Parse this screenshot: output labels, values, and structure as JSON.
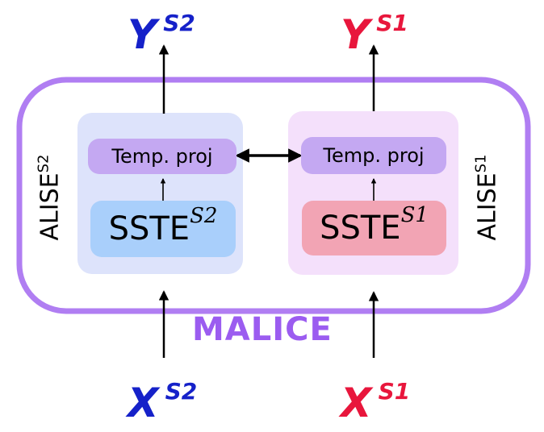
{
  "outputs": {
    "left": {
      "base": "Y",
      "sup": "S2"
    },
    "right": {
      "base": "Y",
      "sup": "S1"
    }
  },
  "inputs": {
    "left": {
      "base": "X",
      "sup": "S2"
    },
    "right": {
      "base": "X",
      "sup": "S1"
    }
  },
  "branches": {
    "left": {
      "alise_base": "ALISE",
      "alise_sup": "S2",
      "proj_label": "Temp. proj",
      "sste_base": "SSTE",
      "sste_sup": "S2"
    },
    "right": {
      "alise_base": "ALISE",
      "alise_sup": "S1",
      "proj_label": "Temp. proj",
      "sste_base": "SSTE",
      "sste_sup": "S1"
    }
  },
  "framework_label": "MALICE",
  "colors": {
    "s2_blue": "#1521c9",
    "s1_red": "#e8163c",
    "malice_purple": "#9b5cf0",
    "outer_border": "#b07ef2",
    "left_panel": "#dde3fb",
    "right_panel": "#f4e0fb",
    "proj_box": "#c4a8f2",
    "sste_s2_box": "#a9cffb",
    "sste_s1_box": "#f2a4b4"
  },
  "icons": {
    "arrow_up": "arrow-up-icon",
    "arrow_bidirectional": "double-arrow-icon"
  }
}
